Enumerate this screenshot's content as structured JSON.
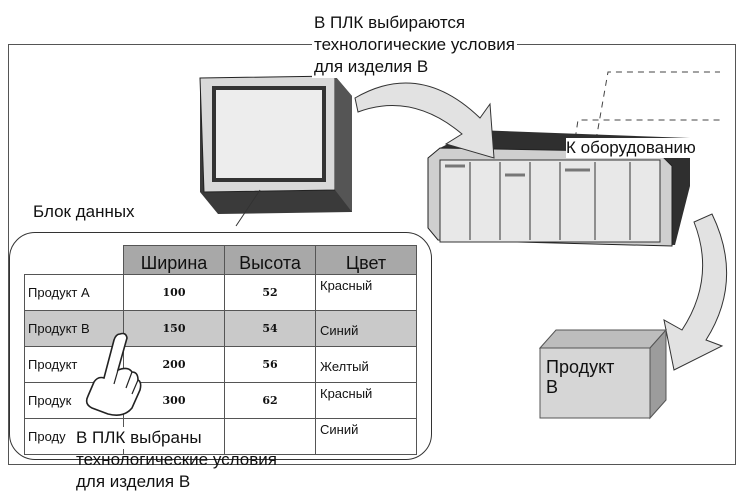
{
  "caption_top": [
    "В ПЛК выбираются",
    "технологические условия",
    "для изделия В"
  ],
  "caption_bottom": [
    "В ПЛК выбраны",
    "технологические условия",
    "для изделия В"
  ],
  "equipment_label": "К оборудованию",
  "data_block_label": "Блок данных",
  "table": {
    "headers": [
      "Ширина",
      "Высота",
      "Цвет"
    ],
    "rows": [
      {
        "name": "Продукт А",
        "width": "100",
        "height": "52",
        "color": "Красный",
        "selected": false
      },
      {
        "name": "Продукт В",
        "width": "150",
        "height": "54",
        "color": "Синий",
        "selected": true
      },
      {
        "name": "Продукт",
        "width": "200",
        "height": "56",
        "color": "Желтый",
        "selected": false
      },
      {
        "name": "Продук",
        "width": "300",
        "height": "62",
        "color": "Красный",
        "selected": false
      },
      {
        "name": "Проду",
        "width": "",
        "height": "",
        "color": "Синий",
        "selected": false
      }
    ]
  },
  "product_box": [
    "Продукт",
    "В"
  ],
  "colors": {
    "header_fill": "#a8a8a8",
    "selected_row": "#c9c9c9",
    "box_fill": "#d6d6d6"
  }
}
